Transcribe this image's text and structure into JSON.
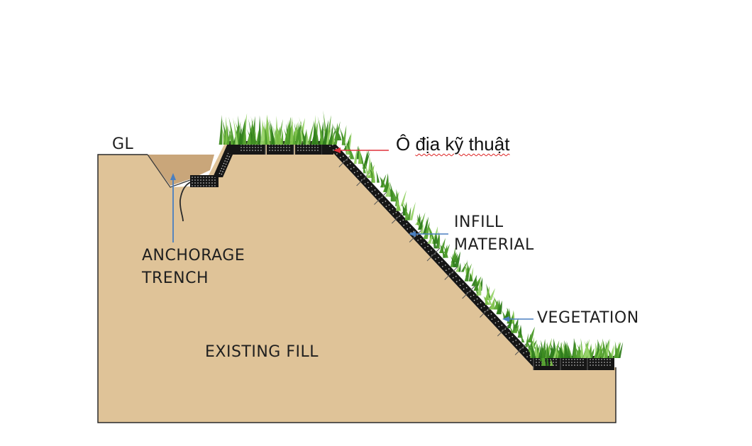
{
  "labels": {
    "gl": "GL",
    "cell_name_part1": "Ô",
    "cell_name_part2": "địa kỹ thuật",
    "infill_line1": "INFILL",
    "infill_line2": "MATERIAL",
    "vegetation": "VEGETATION",
    "anchorage_line1": "ANCHORAGE",
    "anchorage_line2": "TRENCH",
    "existing_fill": "EXISTING FILL"
  },
  "colors": {
    "soil": "#dfc398",
    "trench_soil": "#c9a67a",
    "cell": "#161616",
    "grass_dark": "#3e8c22",
    "grass_light": "#7ec24a",
    "arrow_blue": "#4a7fc0",
    "arrow_red": "#e0303a"
  }
}
